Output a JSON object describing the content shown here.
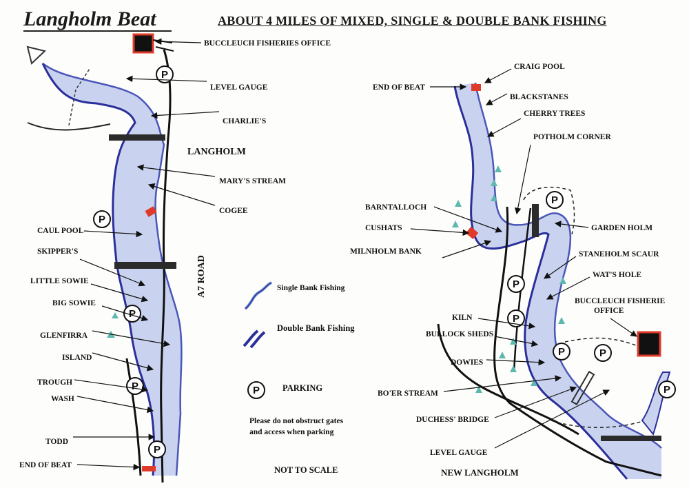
{
  "header": {
    "title": "Langholm Beat",
    "subtitle": "ABOUT 4 MILES OF MIXED, SINGLE & DOUBLE BANK FISHING"
  },
  "left_map": {
    "labels": {
      "office": "BUCCLEUCH FISHERIES OFFICE",
      "level_gauge": "LEVEL GAUGE",
      "charlies": "CHARLIE'S",
      "town": "LANGHOLM",
      "marys_stream": "MARY'S STREAM",
      "cogee": "COGEE",
      "caul_pool": "CAUL POOL",
      "skippers": "SKIPPER'S",
      "little_sowie": "LITTLE  SOWIE",
      "big_sowie": "BIG SOWIE",
      "glenfirra": "GLENFIRRA",
      "island": "ISLAND",
      "trough": "TROUGH",
      "wash": "WASH",
      "todd": "TODD",
      "end_of_beat": "END OF BEAT",
      "road": "A7 ROAD"
    }
  },
  "legend": {
    "single_bank": "Single Bank Fishing",
    "double_bank": "Double Bank Fishing",
    "parking": "PARKING",
    "parking_symbol": "P",
    "note_line1": "Please do not obstruct gates",
    "note_line2": "and access when  parking",
    "not_to_scale": "NOT TO SCALE"
  },
  "right_map": {
    "labels": {
      "craig_pool": "CRAIG POOL",
      "end_of_beat": "END OF BEAT",
      "blackstanes": "BLACKSTANES",
      "cherry_trees": "CHERRY TREES",
      "potholm_corner": "POTHOLM CORNER",
      "barntalloch": "BARNTALLOCH",
      "cushats": "CUSHATS",
      "garden_holm": "GARDEN HOLM",
      "milnholm_bank": "MILNHOLM BANK",
      "staneholm_scaur": "STANEHOLM SCAUR",
      "wats_hole": "WAT'S HOLE",
      "office_line1": "BUCCLEUCH FISHERIE",
      "office_line2": "OFFICE",
      "kiln": "KILN",
      "bullock_sheds": "BULLOCK SHEDS",
      "dowies": "DOWIES",
      "boer_stream": "BO'ER STREAM",
      "duchess_bridge": "DUCHESS' BRIDGE",
      "level_gauge": "LEVEL GAUGE",
      "town": "NEW LANGHOLM"
    }
  },
  "colors": {
    "river": "#6f8fd0",
    "river_bank": "#2a2f9a",
    "marker": "#e03a2a",
    "tree": "#5db8b0"
  }
}
